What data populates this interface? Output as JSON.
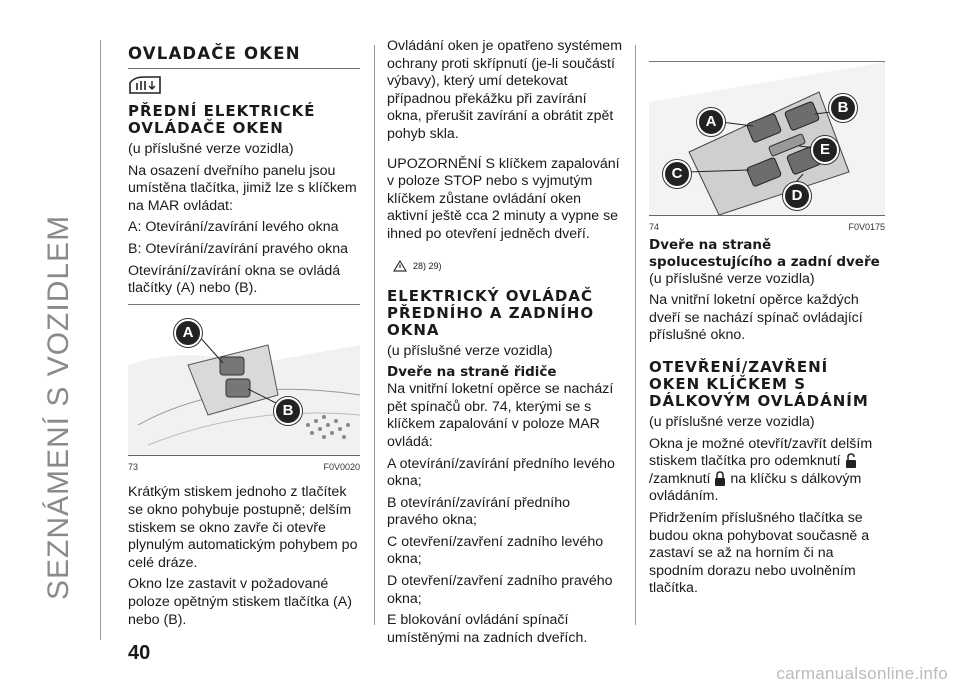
{
  "side_title": "SEZNÁMENÍ S VOZIDLEM",
  "page_number": "40",
  "footer": "carmanualsonline.info",
  "col1": {
    "title": "OVLADAČE OKEN",
    "section1_title": "PŘEDNÍ ELEKTRICKÉ OVLÁDAČE OKEN",
    "p1": "(u příslušné verze vozidla)",
    "p2": "Na osazení dveřního panelu jsou umístěna tlačítka, jimiž lze s klíčkem na MAR ovládat:",
    "p3": "A: Otevírání/zavírání levého okna",
    "p4": "B: Otevírání/zavírání pravého okna",
    "p5": "Otevírání/zavírání okna se ovládá tlačítky (A) nebo (B).",
    "fig_num": "73",
    "fig_code": "F0V0020",
    "fig_label_a": "A",
    "fig_label_b": "B",
    "p6": "Krátkým stiskem jednoho z tlačítek se okno pohybuje postupně; delším stiskem se okno zavře či otevře plynulým automatickým pohybem po celé dráze.",
    "p7": "Okno lze zastavit v požadované poloze opětným stiskem tlačítka (A) nebo (B)."
  },
  "col2": {
    "p1": "Ovládání oken je opatřeno systémem ochrany proti skřípnutí (je-li součástí výbavy), který umí detekovat případnou překážku při zavírání okna, přerušit zavírání a obrátit zpět pohyb skla.",
    "p2": "UPOZORNĚNÍ S klíčkem zapalování v poloze STOP nebo s vyjmutým klíčkem zůstane ovládání oken aktivní ještě cca 2 minuty a vypne se ihned po otevření jedněch dveří.",
    "refs": "28) 29)",
    "section_title": "ELEKTRICKÝ OVLÁDAČ PŘEDNÍHO A ZADNÍHO OKNA",
    "p3": "(u příslušné verze vozidla)",
    "sub_title": "Dveře na straně řidiče",
    "p4": "Na vnitřní loketní opěrce se nachází pět spínačů obr. 74, kterými se s klíčkem zapalování v poloze MAR ovládá:",
    "p5": "A otevírání/zavírání předního levého okna;",
    "p6": "B otevírání/zavírání předního pravého okna;",
    "p7": "C otevření/zavření zadního levého okna;",
    "p8": "D otevření/zavření zadního pravého okna;",
    "p9": "E blokování ovládání spínačí umístěnými na zadních dveřích."
  },
  "col3": {
    "fig_num": "74",
    "fig_code": "F0V0175",
    "labels": [
      "A",
      "B",
      "C",
      "D",
      "E"
    ],
    "sub_title": "Dveře na straně spolucestujícího a zadní dveře",
    "p1": "(u příslušné verze vozidla)",
    "p2": "Na vnitřní loketní opěrce každých dveří se nachází spínač ovládající příslušné okno.",
    "section_title": "OTEVŘENÍ/ZAVŘENÍ OKEN KLÍČKEM S DÁLKOVÝM OVLÁDÁNÍM",
    "p3": "(u příslušné verze vozidla)",
    "p4a": "Okna je možné otevřít/zavřít delším stiskem tlačítka pro odemknutí",
    "p4b": "/zamknutí",
    "p4c": "na klíčku s dálkovým ovládáním.",
    "p5": "Přidržením příslušného tlačítka se budou okna pohybovat současně a zastaví se až na horním či na spodním dorazu nebo uvolněním tlačítka."
  }
}
